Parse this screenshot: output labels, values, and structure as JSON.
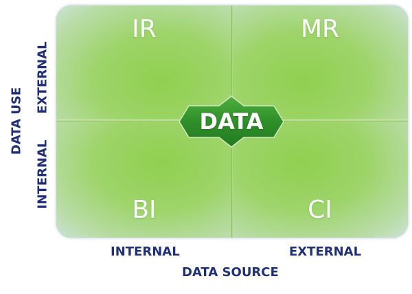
{
  "quadrants": {
    "top_left": "IR",
    "top_right": "MR",
    "bottom_left": "BI",
    "bottom_right": "CI"
  },
  "center_label": "DATA",
  "y_axis": {
    "title": "DATA USE",
    "top": "EXTERNAL",
    "bottom": "INTERNAL"
  },
  "x_axis": {
    "title": "DATA SOURCE",
    "left": "INTERNAL",
    "right": "EXTERNAL"
  },
  "colors": {
    "axis_text": "#1f2f7a",
    "matrix_green": "#8fcf5a",
    "badge_green": "#2f8f2a"
  }
}
